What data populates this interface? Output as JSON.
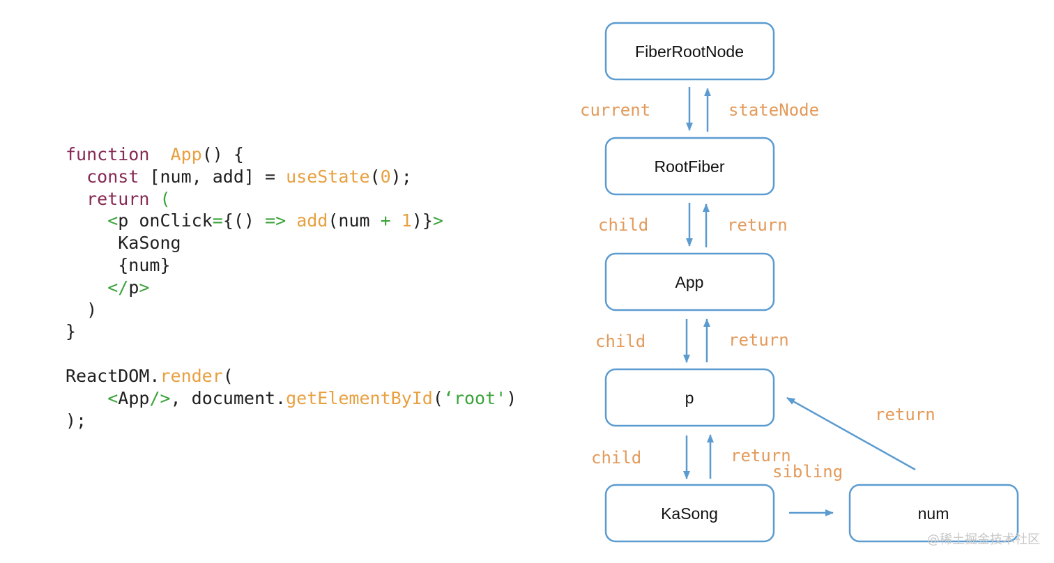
{
  "code": {
    "lines": [
      [
        [
          "kw",
          "function"
        ],
        [
          "",
          "  "
        ],
        [
          "fn",
          "App"
        ],
        [
          "",
          "() {"
        ]
      ],
      [
        [
          "",
          "  "
        ],
        [
          "kw",
          "const"
        ],
        [
          "",
          " [num, add] = "
        ],
        [
          "fn",
          "useState"
        ],
        [
          "",
          "("
        ],
        [
          "nm",
          "0"
        ],
        [
          "",
          ");"
        ]
      ],
      [
        [
          "",
          "  "
        ],
        [
          "kw",
          "return"
        ],
        [
          "",
          " "
        ],
        [
          "gr",
          "("
        ]
      ],
      [
        [
          "",
          "    "
        ],
        [
          "gr",
          "<"
        ],
        [
          "",
          "p onClick"
        ],
        [
          "gr",
          "="
        ],
        [
          "",
          "{() "
        ],
        [
          "gr",
          "=>"
        ],
        [
          "",
          " "
        ],
        [
          "fn",
          "add"
        ],
        [
          "",
          "(num "
        ],
        [
          "gr",
          "+"
        ],
        [
          "",
          " "
        ],
        [
          "nm",
          "1"
        ],
        [
          "",
          ")}"
        ],
        [
          "gr",
          ">"
        ]
      ],
      [
        [
          "",
          "     KaSong"
        ]
      ],
      [
        [
          "",
          "     {num}"
        ]
      ],
      [
        [
          "",
          "    "
        ],
        [
          "gr",
          "</"
        ],
        [
          "",
          "p"
        ],
        [
          "gr",
          ">"
        ]
      ],
      [
        [
          "",
          "  )"
        ]
      ],
      [
        [
          "",
          "}"
        ]
      ],
      [
        [
          "",
          ""
        ]
      ],
      [
        [
          "",
          "ReactDOM."
        ],
        [
          "fn",
          "render"
        ],
        [
          "",
          "("
        ]
      ],
      [
        [
          "",
          "    "
        ],
        [
          "gr",
          "<"
        ],
        [
          "",
          "App"
        ],
        [
          "gr",
          "/>"
        ],
        [
          "",
          ", document."
        ],
        [
          "fn",
          "getElementById"
        ],
        [
          "",
          "("
        ],
        [
          "gr",
          "‘root'"
        ],
        [
          "",
          ")"
        ]
      ],
      [
        [
          "",
          ");"
        ]
      ]
    ]
  },
  "diagram": {
    "nodes": {
      "fiber_root": "FiberRootNode",
      "root_fiber": "RootFiber",
      "app": "App",
      "p": "p",
      "kasong": "KaSong",
      "num": "num"
    },
    "labels": {
      "current": "current",
      "state_node": "stateNode",
      "child_1": "child",
      "return_1": "return",
      "child_2": "child",
      "return_2": "return",
      "child_3": "child",
      "return_3": "return",
      "sibling": "sibling",
      "return_num": "return"
    }
  },
  "watermark": "@稀土掘金技术社区",
  "colors": {
    "keyword": "#862a55",
    "function": "#e8a040",
    "jsx": "#3aa33a",
    "node_border": "#5b9bd0",
    "edge_label": "#e39a5a"
  }
}
